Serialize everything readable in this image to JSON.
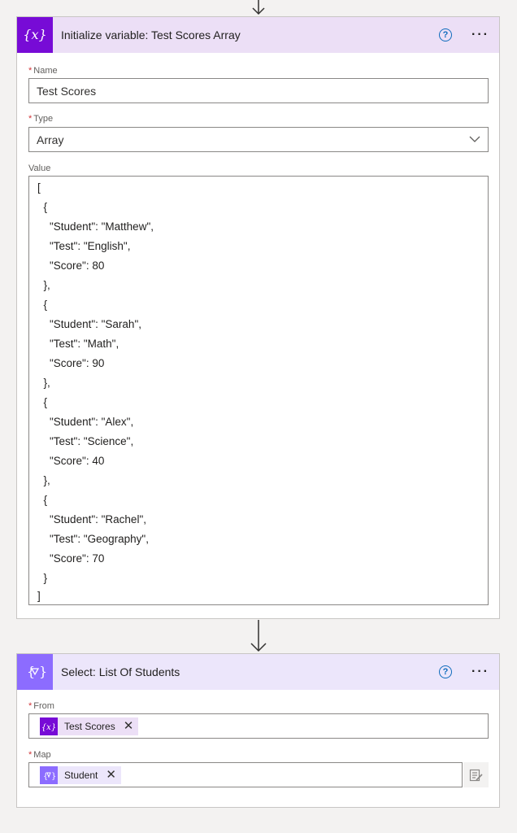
{
  "flow": {
    "step1": {
      "title": "Initialize variable: Test Scores Array",
      "icon": "curly-x-icon",
      "name_label": "Name",
      "name_value": "Test Scores",
      "type_label": "Type",
      "type_value": "Array",
      "value_label": "Value",
      "value_lines": [
        "[",
        "  {",
        "    \"Student\": \"Matthew\",",
        "    \"Test\": \"English\",",
        "    \"Score\": 80",
        "  },",
        "  {",
        "    \"Student\": \"Sarah\",",
        "    \"Test\": \"Math\",",
        "    \"Score\": 90",
        "  },",
        "  {",
        "    \"Student\": \"Alex\",",
        "    \"Test\": \"Science\",",
        "    \"Score\": 40",
        "  },",
        "  {",
        "    \"Student\": \"Rachel\",",
        "    \"Test\": \"Geography\",",
        "    \"Score\": 70",
        "  }",
        "]"
      ]
    },
    "step2": {
      "title": "Select: List Of Students",
      "icon": "select-icon",
      "from_label": "From",
      "from_token": "Test Scores",
      "map_label": "Map",
      "map_token": "Student"
    },
    "required_marker": "*",
    "help_glyph": "?",
    "more_glyph": "···",
    "colors": {
      "variable_accent": "#770bd6",
      "variable_header": "#ecdff6",
      "select_accent": "#8c6cff",
      "select_header": "#ece6fb",
      "required": "#d13438",
      "help": "#0f6cbd"
    }
  }
}
